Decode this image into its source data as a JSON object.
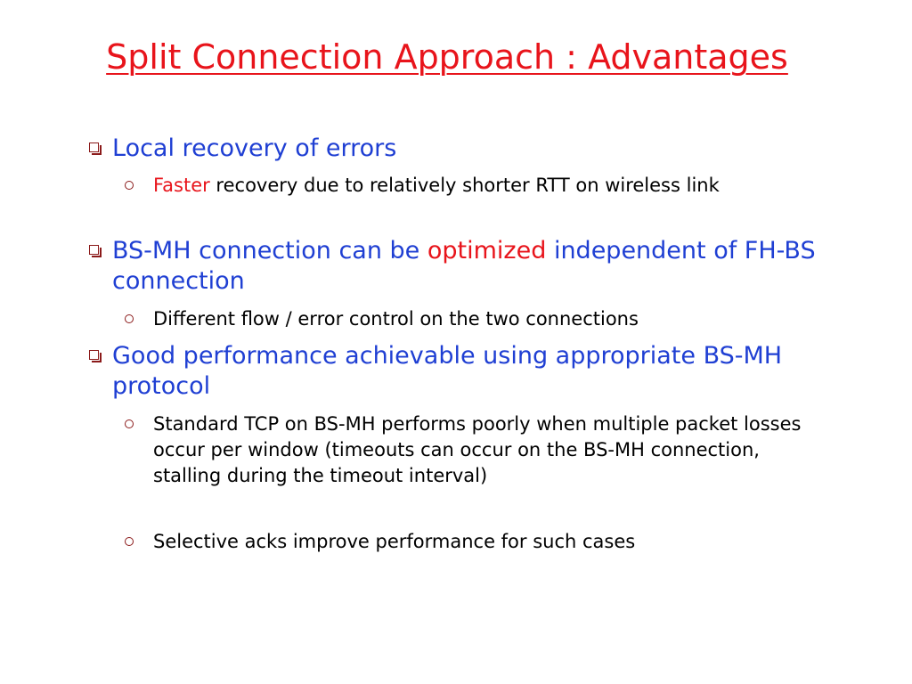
{
  "colors": {
    "title": "#e8141b",
    "level1": "#1f3fd3",
    "highlight": "#e8141b",
    "level2": "#000000",
    "bullet": "#8b1a1a"
  },
  "title": "Split Connection Approach : Advantages",
  "bullets": {
    "b1": {
      "text": "Local recovery of errors"
    },
    "b1_1": {
      "highlight": "Faster",
      "text": " recovery due to relatively shorter RTT on wireless link"
    },
    "b2": {
      "pre": "BS-MH connection can be ",
      "highlight": "optimized",
      "post": " independent of FH-BS connection"
    },
    "b2_1": {
      "text": "Different flow / error control on the two connections"
    },
    "b3": {
      "text": "Good performance achievable using appropriate BS-MH protocol"
    },
    "b3_1": {
      "text": "Standard TCP on BS-MH performs poorly when multiple packet losses occur per window (timeouts can occur on the BS-MH connection, stalling during the timeout interval)"
    },
    "b3_2": {
      "text": "Selective acks improve performance for such cases"
    }
  },
  "bullet_icons": {
    "level1": "hollow-square-bullet-icon",
    "level2": "hollow-circle-bullet-icon"
  }
}
